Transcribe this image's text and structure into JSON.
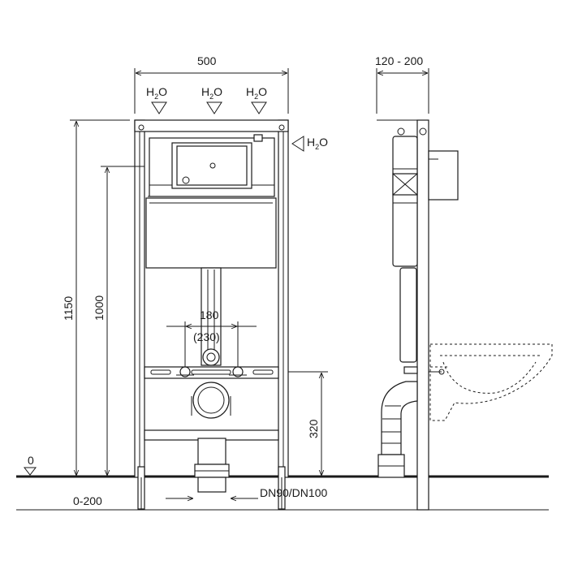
{
  "dimensions": {
    "width_front": "500",
    "depth_side": "120 - 200",
    "height_total": "1150",
    "height_inner": "1000",
    "pipe_spacing": "180",
    "pipe_spacing_alt": "(230)",
    "bolt_height": "320",
    "floor_level": "0",
    "foot_adjust": "0-200",
    "drain_size": "DN90/DN100"
  },
  "water_labels": {
    "h": "H",
    "sub": "2",
    "o": "O"
  }
}
